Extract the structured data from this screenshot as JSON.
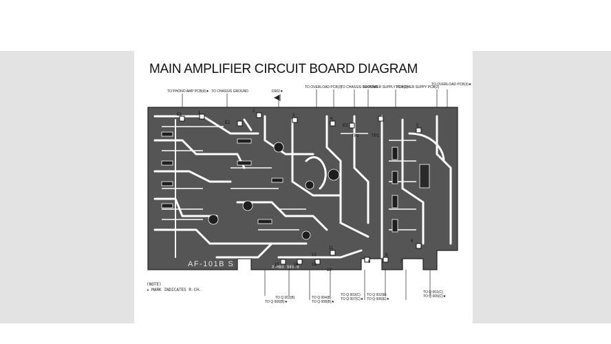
{
  "title": "MAIN AMPLIFIER CIRCUIT BOARD DIAGRAM",
  "board_label": "AF-101B S",
  "board_code": "X-M8X 94V-0",
  "notes": {
    "heading": "(NOTE)",
    "mark": "★ MARK INDICATES R-CH."
  },
  "top_connectors": [
    {
      "label": "TO PHONO AMP PCB(4)★"
    },
    {
      "label": "TO CHASSIS GROUND"
    },
    {
      "label": "D002★"
    },
    {
      "label": "TO OVERLOAD PCB(3)"
    },
    {
      "label": "TO CHASSIS GROUND"
    },
    {
      "label": "TO POWER SUPPLY PCB(1)"
    },
    {
      "label": "TO POWER SUPPY PCB(2)"
    },
    {
      "label": "TO OVERLOAD PCB(3)★"
    }
  ],
  "terminals": [
    "E1",
    "1",
    "E2",
    "2",
    "3",
    "4",
    "E3",
    "5",
    "TP2",
    "TP1",
    "6",
    "7",
    "8",
    "9",
    "10",
    "11",
    "12",
    "13",
    "14",
    "15"
  ],
  "bottom_labels": [
    "TO Q 002(B)",
    "TO Q 006(B)★",
    "TO Q 004(B)",
    "TO Q 008(B)★",
    "TO Q 003(C)",
    "TO Q 007(C)★",
    "TO Q 002(E)",
    "TO Q 006(E)★",
    "TO Q 001(C)",
    "TO Q 005(C)★"
  ],
  "colors": {
    "board": "#505050",
    "trace": "#ffffff",
    "panel": "#e3e3e3"
  }
}
